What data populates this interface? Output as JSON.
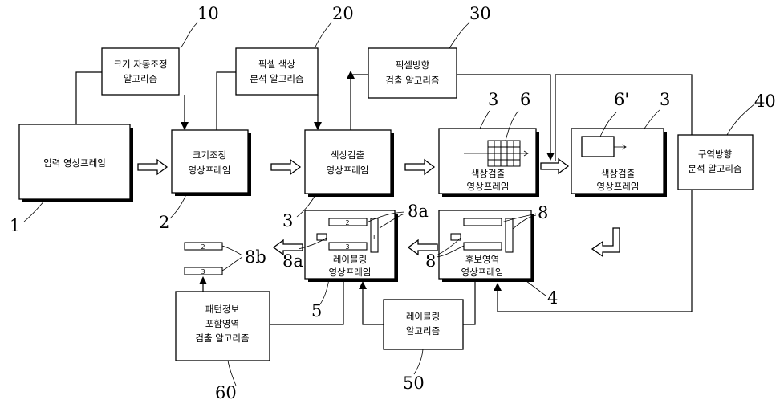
{
  "boxes": {
    "input": [
      "입력 영상프레임"
    ],
    "b10": [
      "크기 자동조정",
      "알고리즘"
    ],
    "b20": [
      "픽셀 색상",
      "분석 알고리즘"
    ],
    "b30": [
      "픽셀방향",
      "검출 알고리즘"
    ],
    "resize": [
      "크기조정",
      "영상프레임"
    ],
    "color": [
      "색상검출",
      "영상프레임"
    ],
    "grid": [
      "색상검출",
      "영상프레임"
    ],
    "frame6": [
      "색상검출",
      "영상프레임"
    ],
    "b40": [
      "구역방향",
      "분석 알고리즘"
    ],
    "cand": [
      "후보영역",
      "영상프레임"
    ],
    "label": [
      "레이블링",
      "영상프레임"
    ],
    "b50": [
      "레이블링",
      "알고리즘"
    ],
    "b60": [
      "패턴정보",
      "포함영역",
      "검출 알고리즘"
    ]
  },
  "refs": {
    "r1": "1",
    "r2": "2",
    "r3a": "3",
    "r3b": "3",
    "r3c": "3",
    "r4": "4",
    "r5": "5",
    "r6": "6",
    "r6p": "6'",
    "r8a": "8",
    "r8b": "8",
    "r8aa": "8a",
    "r8ab": "8a",
    "r8bb": "8b",
    "r10": "10",
    "r20": "20",
    "r30": "30",
    "r40": "40",
    "r50": "50",
    "r60": "60"
  },
  "bar_labels": {
    "l2": "2",
    "l3": "3",
    "l1": "1",
    "o2": "2",
    "o3": "3"
  }
}
